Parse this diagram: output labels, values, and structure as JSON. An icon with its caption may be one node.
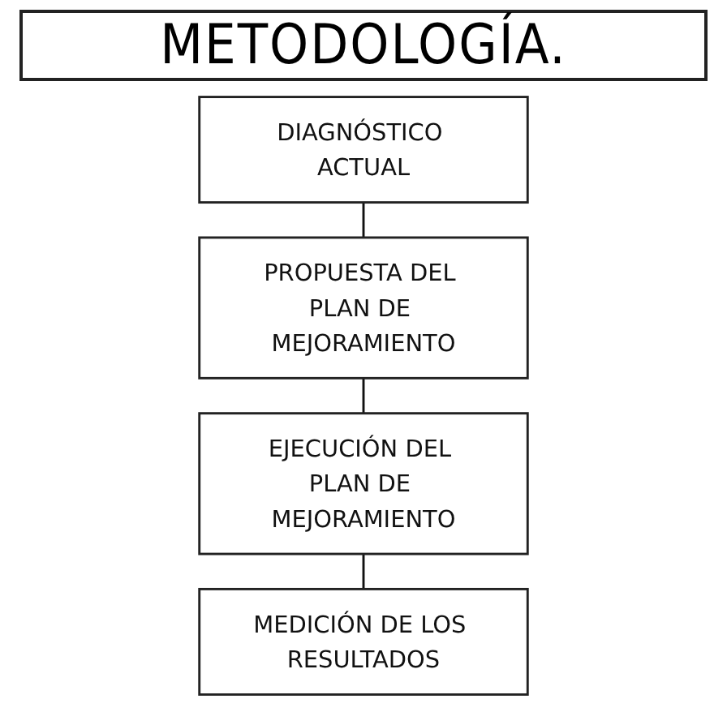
{
  "diagram": {
    "title": "METODOLOGÍA.",
    "nodes": [
      {
        "text": [
          "DIAGNÓSTICO ACTUAL"
        ]
      },
      {
        "text": [
          "PROPUESTA DEL PLAN DE MEJORAMIENTO"
        ]
      },
      {
        "text": [
          "EJECUCIÓN DEL PLAN DE MEJORAMIENTO"
        ]
      },
      {
        "text": [
          "MEDICIÓN DE LOS RESULTADOS"
        ]
      }
    ],
    "edges": [
      {
        "from": 0,
        "to": 1,
        "arrow": "none"
      },
      {
        "from": 1,
        "to": 2,
        "arrow": "none"
      },
      {
        "from": 2,
        "to": 3,
        "arrow": "none"
      }
    ]
  }
}
